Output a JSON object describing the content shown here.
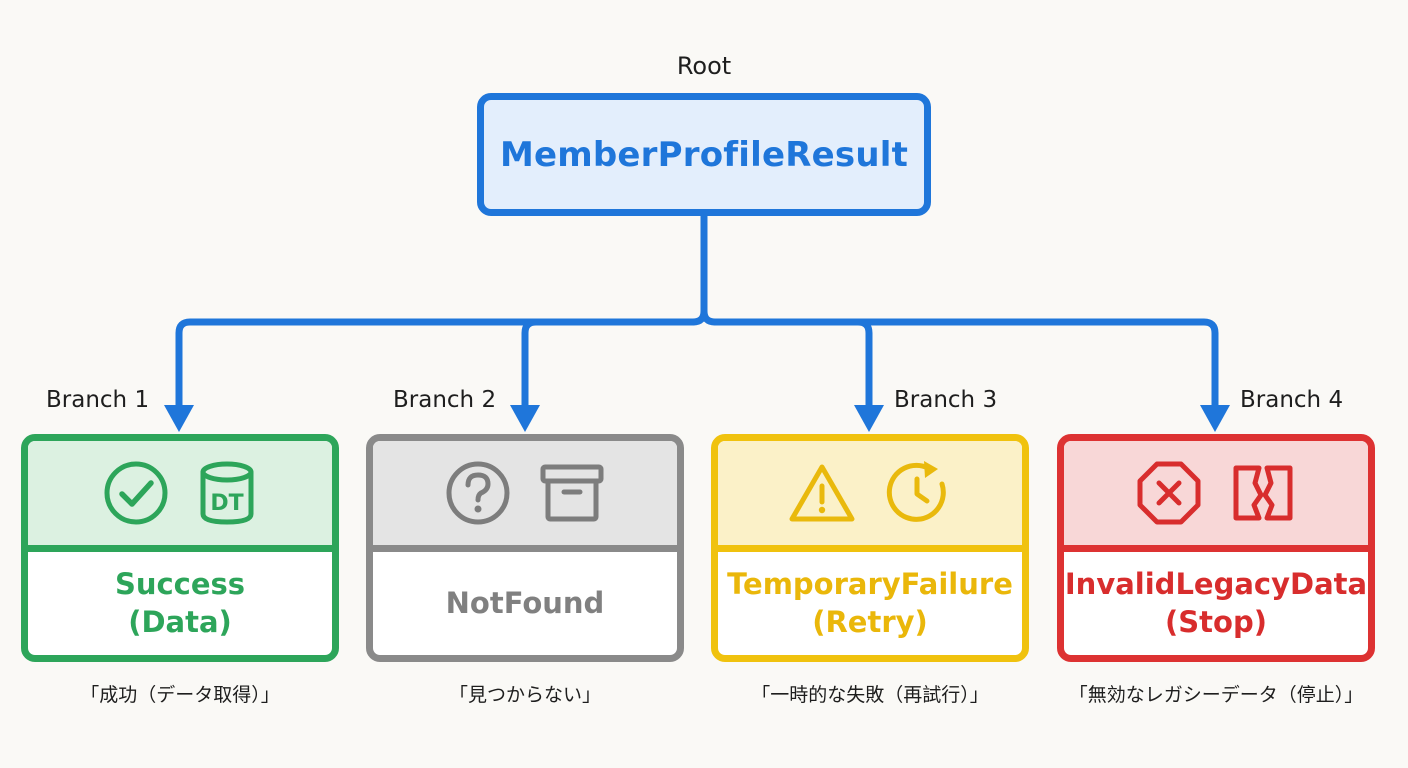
{
  "root": {
    "label": "Root",
    "title": "MemberProfileResult",
    "color": "#1f76da"
  },
  "branches": [
    {
      "label": "Branch 1",
      "title": "Success",
      "subtitle": "(Data)",
      "caption": "「成功（データ取得）」",
      "color": "#2da55a",
      "icons": [
        "check-circle-icon",
        "database-dt-icon"
      ],
      "icon_text": "DT"
    },
    {
      "label": "Branch 2",
      "title": "NotFound",
      "subtitle": "",
      "caption": "「見つからない」",
      "color": "#8a8a8a",
      "icons": [
        "question-circle-icon",
        "archive-box-icon"
      ]
    },
    {
      "label": "Branch 3",
      "title": "TemporaryFailure",
      "subtitle": "(Retry)",
      "caption": "「一時的な失敗（再試行）」",
      "color": "#f0c20e",
      "icons": [
        "warning-triangle-icon",
        "retry-clock-icon"
      ]
    },
    {
      "label": "Branch 4",
      "title": "InvalidLegacyData",
      "subtitle": "(Stop)",
      "caption": "「無効なレガシーデータ（停止）」",
      "color": "#dd3232",
      "icons": [
        "stop-octagon-icon",
        "broken-file-icon"
      ]
    }
  ]
}
